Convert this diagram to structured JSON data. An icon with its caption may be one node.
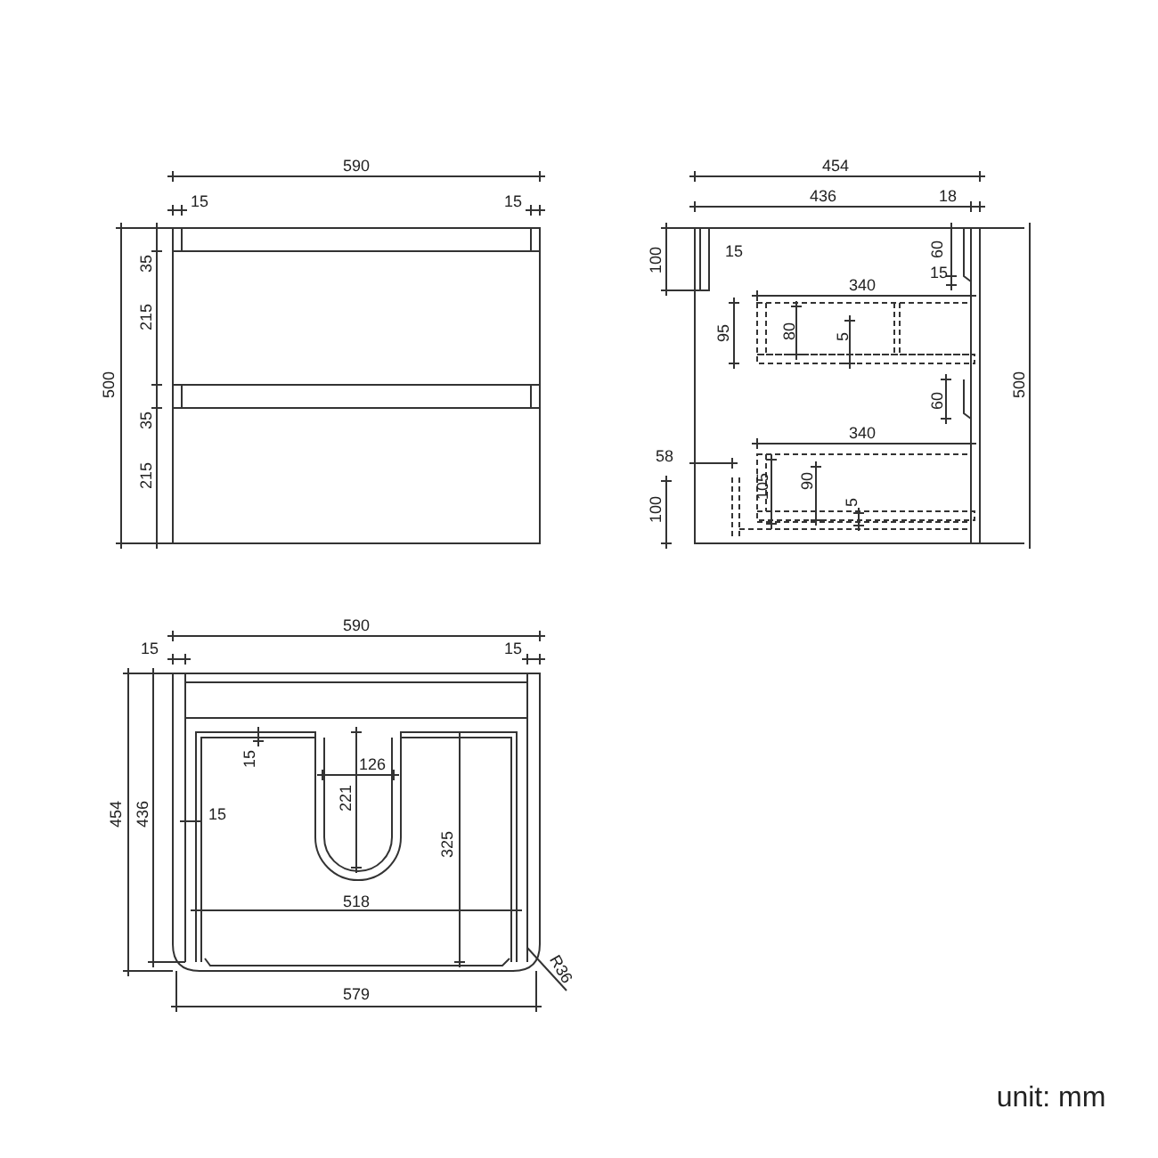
{
  "diagram": {
    "labels": [
      "590",
      "15",
      "15",
      "35",
      "215",
      "500",
      "35",
      "215",
      "454",
      "436",
      "18",
      "100",
      "15",
      "60",
      "15",
      "340",
      "95",
      "80",
      "5",
      "60",
      "500",
      "340",
      "58",
      "105",
      "90",
      "5",
      "100",
      "590",
      "15",
      "15",
      "15",
      "126",
      "454",
      "436",
      "221",
      "15",
      "325",
      "518",
      "R36",
      "579",
      "unit: mm"
    ]
  }
}
